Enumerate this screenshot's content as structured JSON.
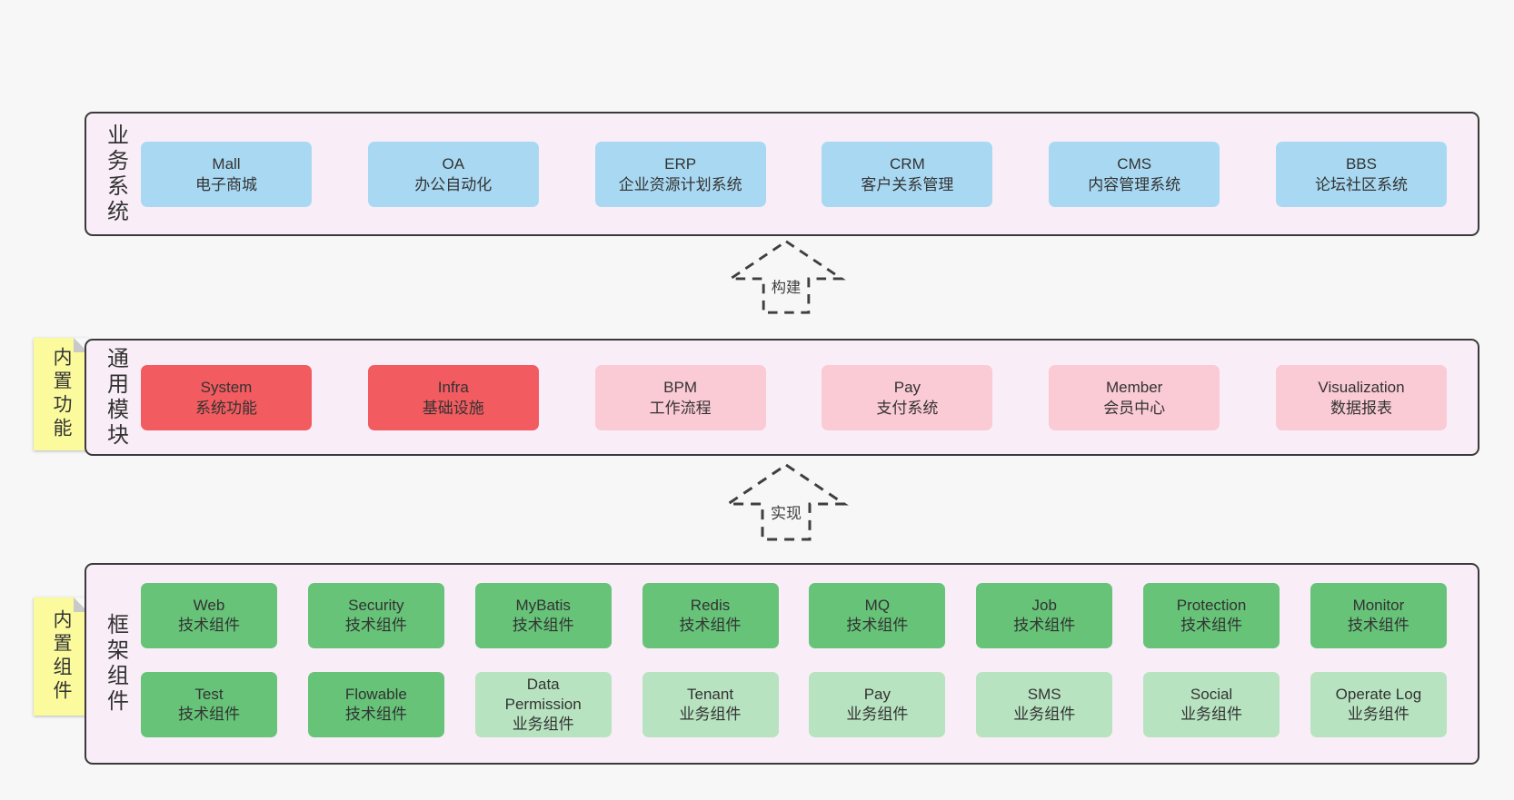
{
  "colors": {
    "page-bg": "#f7f7f7",
    "section-bg": "#f9eef7",
    "section-border": "#3a3a3a",
    "blue": "#a9d9f2",
    "red": "#f25b5f",
    "pink": "#facad5",
    "green-dark": "#66c378",
    "green-light": "#b7e3c0",
    "sticky-yellow": "#fbfb9e",
    "text": "#333333",
    "arrow": "#3f3f3f"
  },
  "business": {
    "side_label": "业务系统",
    "items": [
      {
        "title": "Mall",
        "subtitle": "电子商城",
        "variant": "blue"
      },
      {
        "title": "OA",
        "subtitle": "办公自动化",
        "variant": "blue"
      },
      {
        "title": "ERP",
        "subtitle": "企业资源计划系统",
        "variant": "blue"
      },
      {
        "title": "CRM",
        "subtitle": "客户关系管理",
        "variant": "blue"
      },
      {
        "title": "CMS",
        "subtitle": "内容管理系统",
        "variant": "blue"
      },
      {
        "title": "BBS",
        "subtitle": "论坛社区系统",
        "variant": "blue"
      }
    ]
  },
  "arrows": [
    {
      "label": "构建"
    },
    {
      "label": "实现"
    }
  ],
  "common": {
    "side_label": "通用模块",
    "sticky_label": "内置功能",
    "items": [
      {
        "title": "System",
        "subtitle": "系统功能",
        "variant": "red"
      },
      {
        "title": "Infra",
        "subtitle": "基础设施",
        "variant": "red"
      },
      {
        "title": "BPM",
        "subtitle": "工作流程",
        "variant": "pink"
      },
      {
        "title": "Pay",
        "subtitle": "支付系统",
        "variant": "pink"
      },
      {
        "title": "Member",
        "subtitle": "会员中心",
        "variant": "pink"
      },
      {
        "title": "Visualization",
        "subtitle": "数据报表",
        "variant": "pink"
      }
    ]
  },
  "framework": {
    "side_label": "框架组件",
    "sticky_label": "内置组件",
    "rows": [
      [
        {
          "title": "Web",
          "subtitle": "技术组件",
          "variant": "green-dark"
        },
        {
          "title": "Security",
          "subtitle": "技术组件",
          "variant": "green-dark"
        },
        {
          "title": "MyBatis",
          "subtitle": "技术组件",
          "variant": "green-dark"
        },
        {
          "title": "Redis",
          "subtitle": "技术组件",
          "variant": "green-dark"
        },
        {
          "title": "MQ",
          "subtitle": "技术组件",
          "variant": "green-dark"
        },
        {
          "title": "Job",
          "subtitle": "技术组件",
          "variant": "green-dark"
        },
        {
          "title": "Protection",
          "subtitle": "技术组件",
          "variant": "green-dark"
        },
        {
          "title": "Monitor",
          "subtitle": "技术组件",
          "variant": "green-dark"
        }
      ],
      [
        {
          "title": "Test",
          "subtitle": "技术组件",
          "variant": "green-dark"
        },
        {
          "title": "Flowable",
          "subtitle": "技术组件",
          "variant": "green-dark"
        },
        {
          "title": "Data Permission",
          "subtitle": "业务组件",
          "variant": "green-light"
        },
        {
          "title": "Tenant",
          "subtitle": "业务组件",
          "variant": "green-light"
        },
        {
          "title": "Pay",
          "subtitle": "业务组件",
          "variant": "green-light"
        },
        {
          "title": "SMS",
          "subtitle": "业务组件",
          "variant": "green-light"
        },
        {
          "title": "Social",
          "subtitle": "业务组件",
          "variant": "green-light"
        },
        {
          "title": "Operate Log",
          "subtitle": "业务组件",
          "variant": "green-light"
        }
      ]
    ]
  }
}
